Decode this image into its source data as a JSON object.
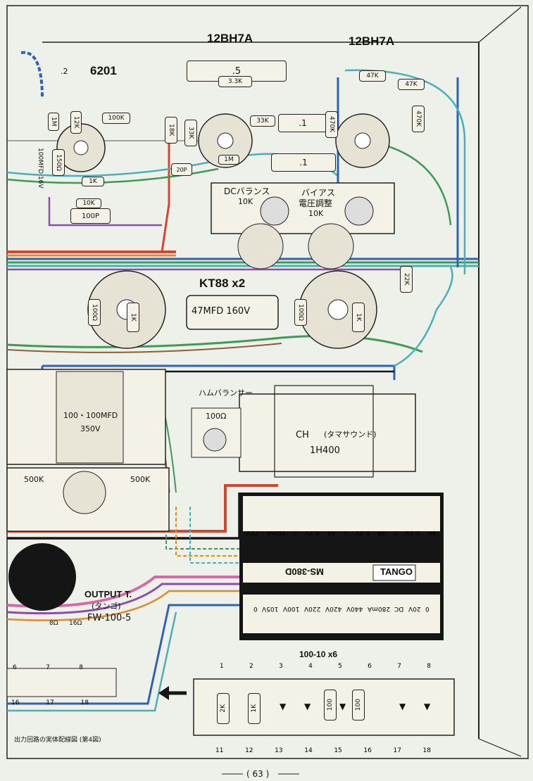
{
  "tubes": {
    "v1": "6201",
    "v2": "12BH7A",
    "v3": "12BH7A",
    "power": "KT88  x2"
  },
  "caps": {
    "c_top": ".2",
    "c_v2": ".5",
    "c_mid1": ".1",
    "c_mid2": ".1",
    "c_100p": "100P",
    "c_20p": "20P",
    "c_100mfd16": "100MFD\n16V",
    "c_47": "47MFD 160V",
    "c_block": "100・100MFD",
    "c_block_v": "350V"
  },
  "resistors": {
    "r_100k": "100K",
    "r_12k": "12K",
    "r_1m": "1M",
    "r_150": "150Ω",
    "r_1k_a": "1K",
    "r_10k_a": "10K",
    "r_33k_a": "3.3K",
    "r_18k": "18K",
    "r_33k": "33K",
    "r_33k_b": "33K",
    "r_1m_b": "1M",
    "r_47k_a": "47K",
    "r_47k_b": "47K",
    "r_470k_a": "470K",
    "r_470k_b": "470K",
    "r_22k": "22K",
    "r_100o_a": "100Ω",
    "r_1k_b": "1K",
    "r_100o_b": "100Ω",
    "r_1k_c": "1K",
    "r_500k_a": "500K",
    "r_500k_b": "500K"
  },
  "pots": {
    "dc_balance": "DCバランス",
    "dc_balance_val": "10K",
    "bias": "バイアス",
    "bias2": "電圧調整",
    "bias_val": "10K",
    "hum": "ハムバランサー",
    "hum_val": "100Ω"
  },
  "choke": {
    "name": "CH",
    "maker": "(タマサウンド)",
    "model": "1H400"
  },
  "transformer": {
    "brand": "TANGO",
    "model": "MS-380D",
    "taps_top": [
      "70V",
      "60mA",
      "0",
      "6.3V",
      "4A",
      "0",
      "6.3V",
      "4A",
      "0",
      "6.3V",
      "4A"
    ],
    "taps_bottom": [
      "0",
      "105V",
      "100V",
      "220V",
      "420V",
      "440V",
      "280mA",
      "DC",
      "20V",
      "0"
    ]
  },
  "output": {
    "title": "OUTPUT T.",
    "maker": "(タンゴ)",
    "model": "FW-100-5",
    "taps": [
      "16Ω",
      "8Ω"
    ]
  },
  "diode_board": {
    "title": "100-10 x6",
    "top_terms": [
      "1",
      "2",
      "3",
      "4",
      "5",
      "6",
      "7",
      "8"
    ],
    "bottom_terms": [
      "11",
      "12",
      "13",
      "14",
      "15",
      "16",
      "17",
      "18"
    ],
    "res1": "2K",
    "res2": "1K",
    "res3": "100",
    "res4": "100"
  },
  "left_terms": {
    "top": [
      "6",
      "7",
      "8"
    ],
    "bottom": [
      "16",
      "17",
      "18"
    ]
  },
  "page": {
    "number": "63",
    "caption": "出力回路の実体配線図 (第4図)"
  },
  "colors": {
    "red": "#d8452f",
    "blue": "#2f62b5",
    "green": "#3f9a55",
    "cyan": "#48b0b8",
    "orange": "#e08a2e",
    "purple": "#8a4fa8",
    "pink": "#d56aa8",
    "brown": "#8b5e3c",
    "black": "#151515"
  }
}
